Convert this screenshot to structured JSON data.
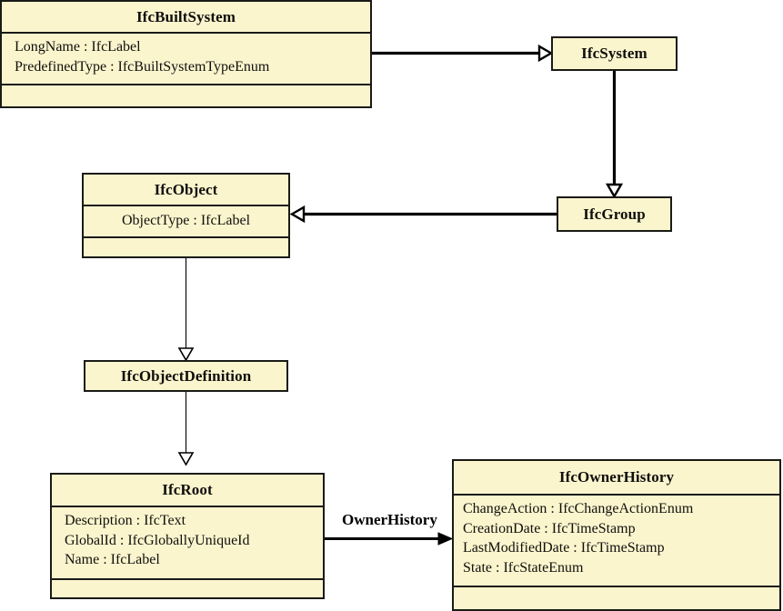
{
  "diagram": {
    "kind": "uml-class-diagram",
    "title": "IfcBuiltSystem inheritance and association diagram",
    "palette": {
      "class_fill": "#FBF5CE",
      "class_border": "#1a1a16",
      "edge_color": "#000000",
      "text_color": "#100f0c",
      "background": "#ffffff"
    },
    "classes": [
      {
        "id": "ifc-built-system",
        "name": "IfcBuiltSystem",
        "attributes": [
          "LongName : IfcLabel",
          "PredefinedType : IfcBuiltSystemTypeEnum"
        ],
        "operations": [],
        "has_operations_compartment": true
      },
      {
        "id": "ifc-system",
        "name": "IfcSystem",
        "attributes": [],
        "operations": [],
        "has_operations_compartment": false
      },
      {
        "id": "ifc-group",
        "name": "IfcGroup",
        "attributes": [],
        "operations": [],
        "has_operations_compartment": false
      },
      {
        "id": "ifc-object",
        "name": "IfcObject",
        "attributes": [
          "ObjectType : IfcLabel"
        ],
        "operations": [],
        "has_operations_compartment": true
      },
      {
        "id": "ifc-object-definition",
        "name": "IfcObjectDefinition",
        "attributes": [],
        "operations": [],
        "has_operations_compartment": false
      },
      {
        "id": "ifc-root",
        "name": "IfcRoot",
        "attributes": [
          "Description : IfcText",
          "GlobalId : IfcGloballyUniqueId",
          "Name : IfcLabel"
        ],
        "operations": [],
        "has_operations_compartment": true
      },
      {
        "id": "ifc-owner-history",
        "name": "IfcOwnerHistory",
        "attributes": [
          "ChangeAction : IfcChangeActionEnum",
          "CreationDate : IfcTimeStamp",
          "LastModifiedDate : IfcTimeStamp",
          "State : IfcStateEnum"
        ],
        "operations": [],
        "has_operations_compartment": true
      }
    ],
    "edges": [
      {
        "id": "built-system-to-system",
        "type": "generalization",
        "from": "IfcBuiltSystem",
        "to": "IfcSystem",
        "label": ""
      },
      {
        "id": "system-to-group",
        "type": "generalization",
        "from": "IfcSystem",
        "to": "IfcGroup",
        "label": ""
      },
      {
        "id": "group-to-object",
        "type": "generalization",
        "from": "IfcGroup",
        "to": "IfcObject",
        "label": ""
      },
      {
        "id": "object-to-object-definition",
        "type": "generalization",
        "from": "IfcObject",
        "to": "IfcObjectDefinition",
        "label": ""
      },
      {
        "id": "object-definition-to-root",
        "type": "generalization",
        "from": "IfcObjectDefinition",
        "to": "IfcRoot",
        "label": ""
      },
      {
        "id": "root-to-owner-history",
        "type": "association",
        "from": "IfcRoot",
        "to": "IfcOwnerHistory",
        "label": "OwnerHistory"
      }
    ]
  }
}
